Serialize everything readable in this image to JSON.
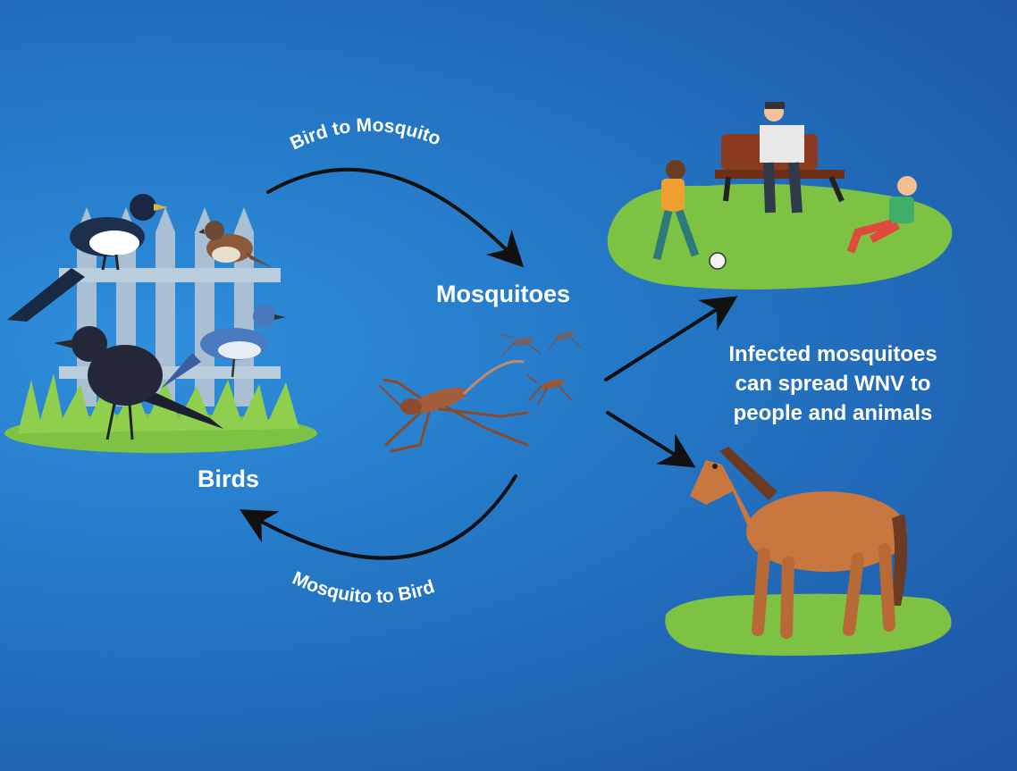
{
  "nodes": {
    "mosquitoes_label": "Mosquitoes",
    "birds_label": "Birds",
    "infected_line1": "Infected mosquitoes",
    "infected_line2": "can spread WNV to",
    "infected_line3": "people and animals"
  },
  "edges": {
    "bird_to_mosquito": "Bird to Mosquito",
    "mosquito_to_bird": "Mosquito to Bird"
  },
  "icons": [
    "birds-illustration",
    "mosquito-illustration",
    "people-park-illustration",
    "horse-illustration"
  ],
  "colors": {
    "background": "#2478c6",
    "grass": "#7dc243",
    "text": "#ffffff",
    "arrow": "#111111"
  }
}
